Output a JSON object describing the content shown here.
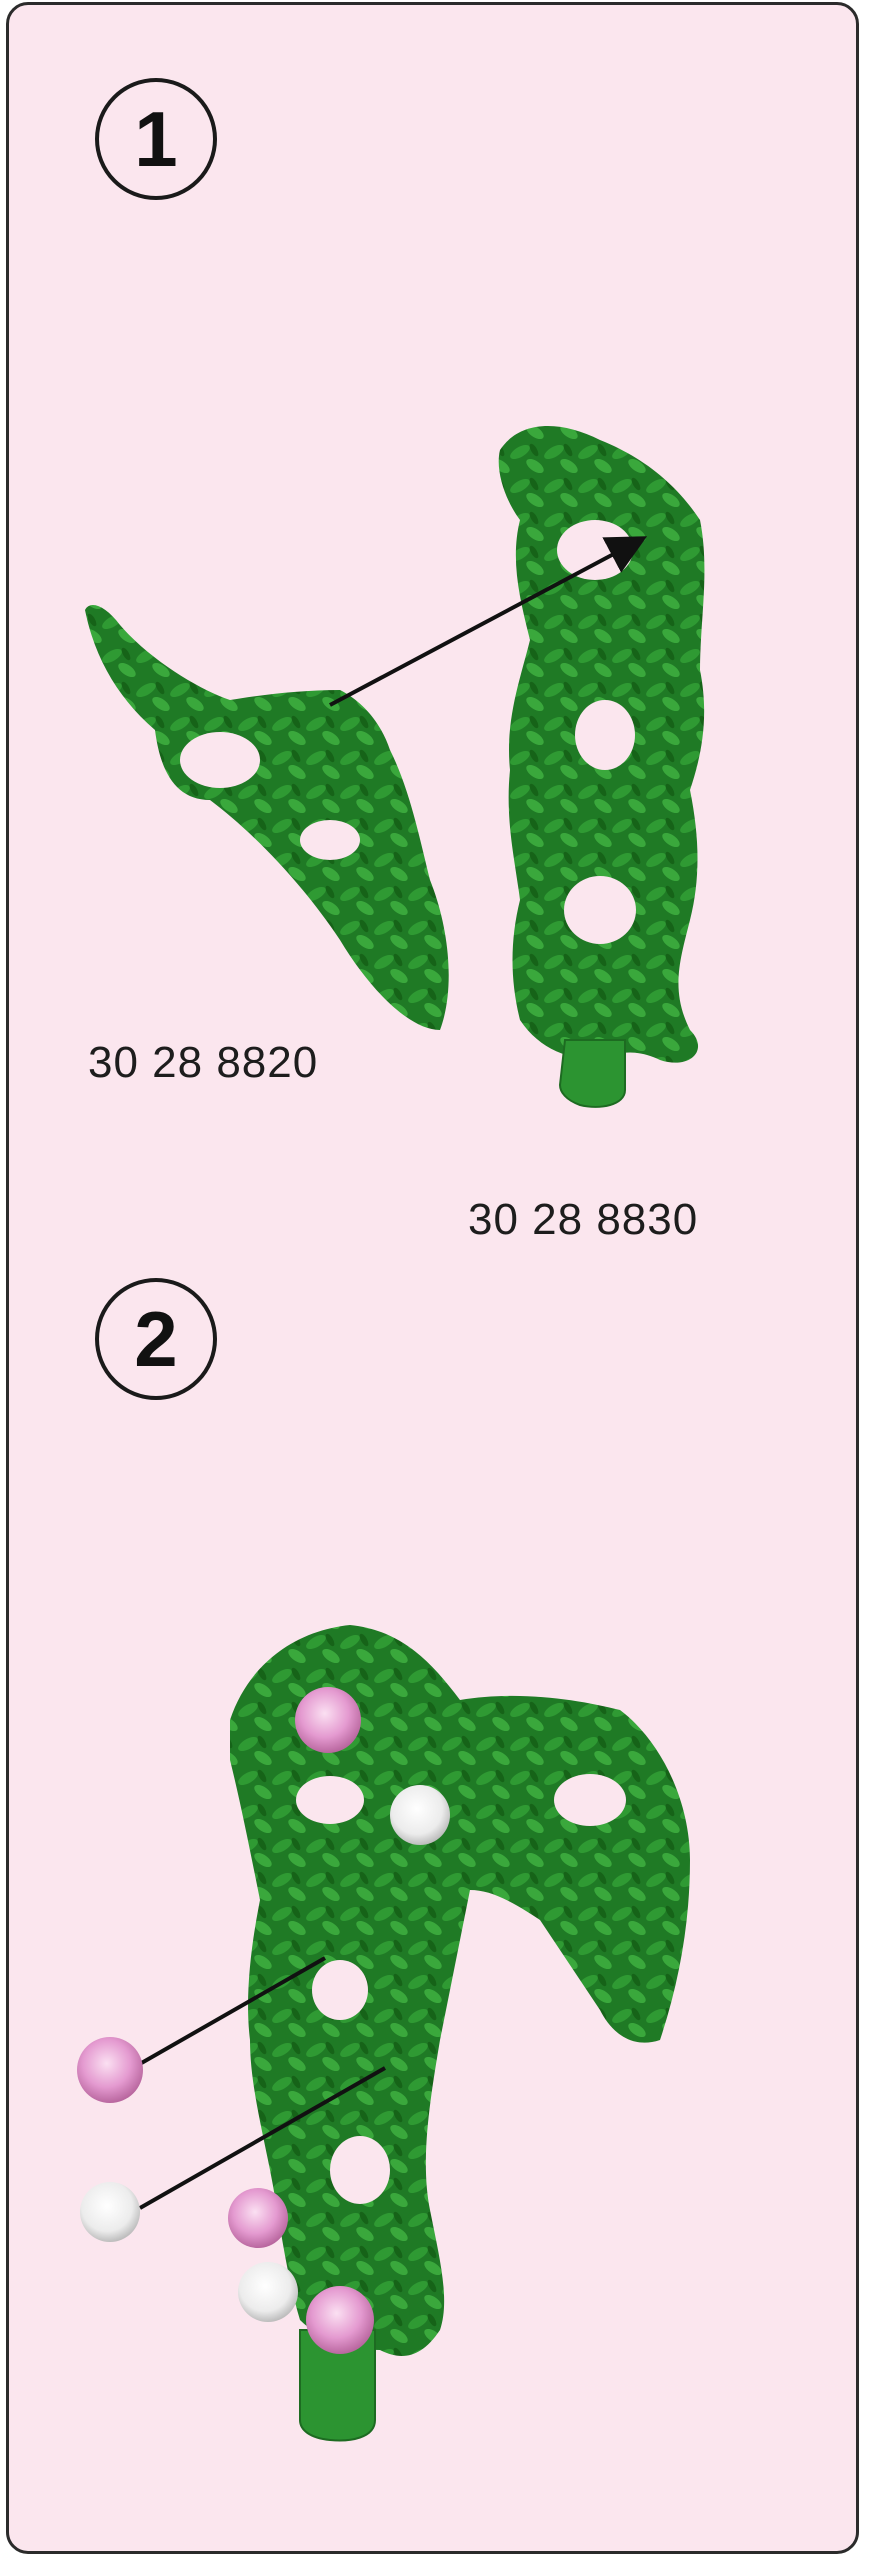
{
  "steps": [
    {
      "number": "1",
      "part_numbers": [
        "30 28 8820",
        "30 28 8830"
      ]
    },
    {
      "number": "2"
    }
  ],
  "colors": {
    "background": "#fbe6ee",
    "leaf_dark": "#1f7a25",
    "leaf_light": "#3aa83c",
    "rose_pink": "#e7a6d2",
    "rose_white": "#f3f3f3"
  }
}
